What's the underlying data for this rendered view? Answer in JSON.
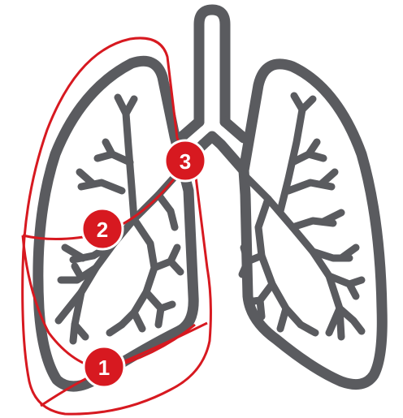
{
  "markers": [
    {
      "id": "1",
      "label": "1"
    },
    {
      "id": "2",
      "label": "2"
    },
    {
      "id": "3",
      "label": "3"
    }
  ],
  "colors": {
    "lung_outline": "#5a5b5f",
    "zone_line": "#d71920",
    "marker_fill": "#d71920",
    "marker_text": "#ffffff",
    "background": "#ffffff"
  },
  "icons": {
    "lungs": "lungs-icon",
    "trachea": "trachea-icon",
    "bronchial_tree": "bronchi-icon"
  }
}
